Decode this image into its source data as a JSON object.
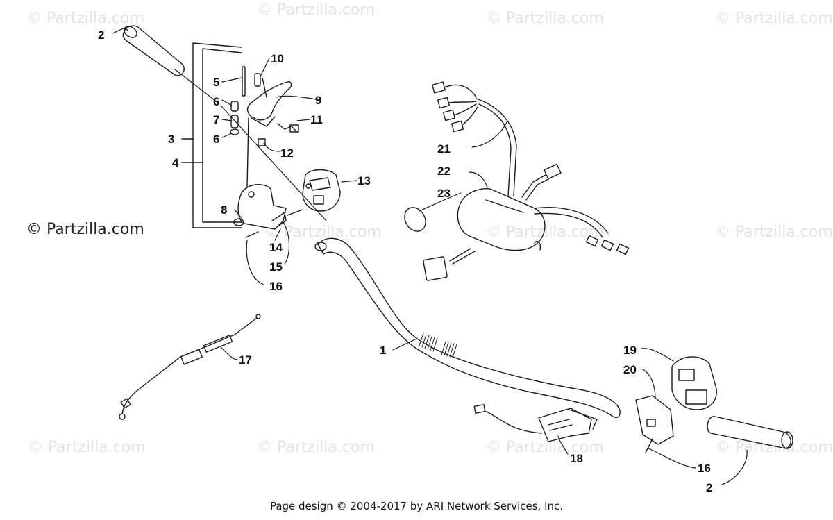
{
  "watermark": "© Partzilla.com",
  "copyright_badge": "© Partzilla.com",
  "footer": "Page design © 2004-2017 by ARI Network Services, Inc.",
  "callouts": {
    "c1": "1",
    "c2a": "2",
    "c2b": "2",
    "c3": "3",
    "c4": "4",
    "c5": "5",
    "c6a": "6",
    "c6b": "6",
    "c7": "7",
    "c8": "8",
    "c9": "9",
    "c10": "10",
    "c11": "11",
    "c12": "12",
    "c13": "13",
    "c14": "14",
    "c15": "15",
    "c16a": "16",
    "c16b": "16",
    "c17": "17",
    "c18": "18",
    "c19": "19",
    "c20": "20",
    "c21": "21",
    "c22": "22",
    "c23": "23"
  },
  "colors": {
    "ink": "#1a1a1a",
    "watermark": "#e3e3e3",
    "background": "#ffffff"
  }
}
